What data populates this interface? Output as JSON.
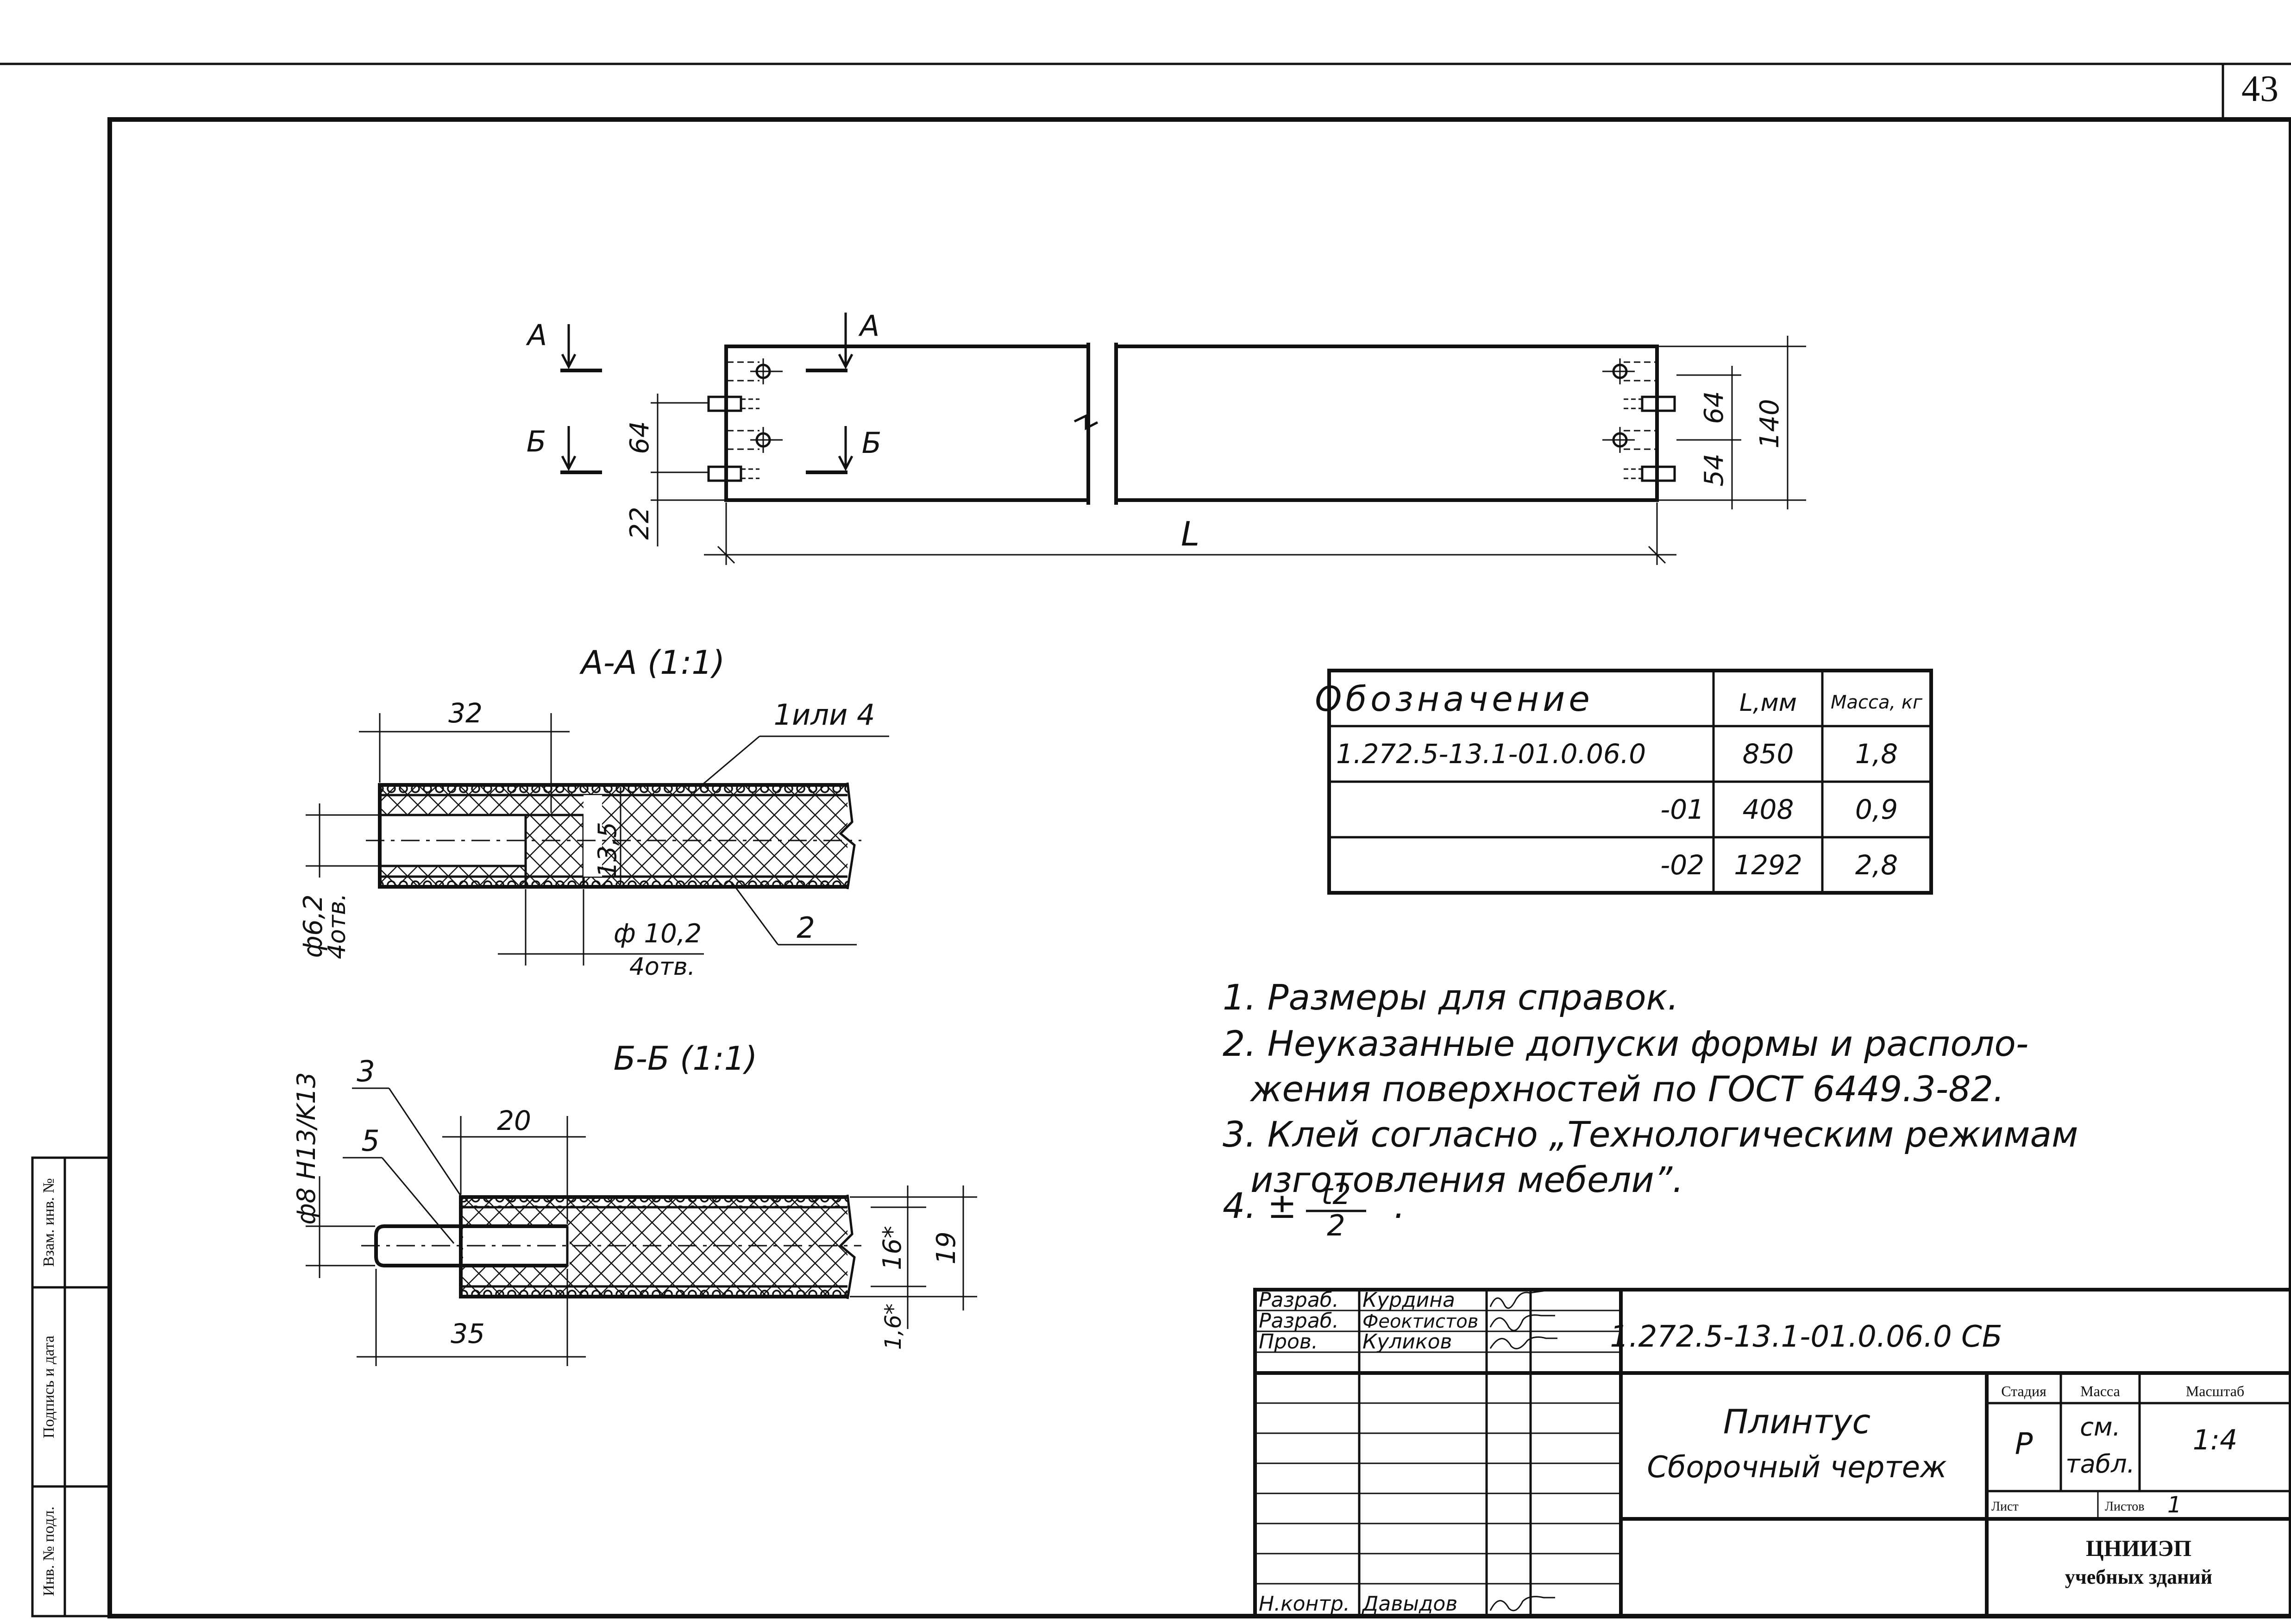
{
  "sheet": {
    "page_number": "43"
  },
  "plan_view": {
    "section_marks": [
      "А",
      "А",
      "Б",
      "Б"
    ],
    "dims_left": [
      "64",
      "22"
    ],
    "dims_right": [
      "64",
      "54",
      "140"
    ],
    "length_label": "L"
  },
  "section_aa": {
    "title": "А-А (1:1)",
    "dim_32": "32",
    "callout_1": "1или 4",
    "callout_2": "2",
    "dim_13_5": "13,5",
    "hole_small": "ф6,2",
    "hole_small_count": "4отв.",
    "hole_large": "ф 10,2",
    "hole_large_count": "4отв."
  },
  "section_bb": {
    "title": "Б-Б (1:1)",
    "callout_3": "3",
    "callout_5": "5",
    "dim_20": "20",
    "dim_35": "35",
    "dowel": "ф8 H13/K13",
    "dim_16": "16*",
    "dim_19": "19",
    "dim_1_6": "1,6*"
  },
  "spec_table": {
    "headers": [
      "Обозначение",
      "L,мм",
      "Масса, кг"
    ],
    "rows": [
      [
        "1.272.5-13.1-01.0.06.0",
        "850",
        "1,8"
      ],
      [
        "-01",
        "408",
        "0,9"
      ],
      [
        "-02",
        "1292",
        "2,8"
      ]
    ]
  },
  "notes": [
    "1. Размеры для справок.",
    "2. Неуказанные допуски формы и располо-",
    "жения поверхностей по ГОСТ 6449.3-82.",
    "3. Клей согласно „Технологическим режимам",
    "изготовления мебели”.",
    "4. ±",
    "t2",
    "2",
    "."
  ],
  "title_block": {
    "roles": [
      "Разраб.",
      "Разраб.",
      "Пров.",
      "Н.контр."
    ],
    "names": [
      "Курдина",
      "Феоктистов",
      "Куликов",
      "Давыдов"
    ],
    "designation": "1.272.5-13.1-01.0.06.0 СБ",
    "name_line1": "Плинтус",
    "name_line2": "Сборочный чертеж",
    "stage_header": "Стадия",
    "mass_header": "Масса",
    "scale_header": "Масштаб",
    "stage_value": "Р",
    "mass_value1": "см.",
    "mass_value2": "табл.",
    "scale_value": "1:4",
    "sheet_label": "Лист",
    "sheets_label": "Листов",
    "sheets_value": "1",
    "org_line1": "ЦНИИЭП",
    "org_line2": "учебных зданий"
  },
  "side_stamp": {
    "labels": [
      "Взам. инв. №",
      "Подпись и дата",
      "Инв. № подл."
    ]
  }
}
